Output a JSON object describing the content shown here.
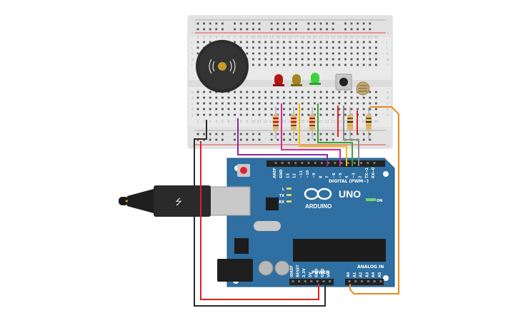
{
  "breadboard": {
    "rows": [
      "a",
      "b",
      "c",
      "d",
      "e",
      "f",
      "g",
      "h",
      "i",
      "j"
    ],
    "column_labels": [
      "1",
      "2",
      "3",
      "4",
      "5",
      "6",
      "7",
      "8",
      "9",
      "10",
      "11",
      "12",
      "13",
      "14",
      "15",
      "16",
      "17",
      "18",
      "19",
      "20",
      "21",
      "22",
      "23",
      "24",
      "25",
      "26",
      "27",
      "28",
      "29",
      "30"
    ],
    "rail_plus": "+",
    "rail_minus": "-"
  },
  "components": {
    "buzzer": "piezo-buzzer",
    "leds": [
      {
        "name": "red-led",
        "color": "#b31515"
      },
      {
        "name": "yellow-led",
        "color": "#a2861e"
      },
      {
        "name": "green-led",
        "color": "#3dd13d"
      }
    ],
    "pushbutton": "pushbutton",
    "photoresistor": "photoresistor",
    "usb_symbol": "⭍"
  },
  "arduino": {
    "brand": "ARDUINO",
    "model": "UNO",
    "digital_label": "DIGITAL (PWM~)",
    "power_label": "POWER",
    "analog_label": "ANALOG IN",
    "on_label": "ON",
    "indicator_labels": [
      "L",
      "TX",
      "RX"
    ],
    "digital_pins": [
      "AREF",
      "GND",
      "13",
      "12",
      "~11",
      "~10",
      "~9",
      "8",
      "7",
      "~6",
      "~5",
      "4",
      "~3",
      "2",
      "TX→1",
      "RX←0"
    ],
    "power_pins": [
      "IOREF",
      "RESET",
      "3.3V",
      "5V",
      "GND",
      "GND",
      "Vin"
    ],
    "analog_pins": [
      "A0",
      "A1",
      "A2",
      "A3",
      "A4",
      "A5"
    ],
    "board_color": "#2f6fa1"
  },
  "wires": {
    "colors": {
      "black": "#2a2a2a",
      "red": "#e02020",
      "purple": "#8a2a9e",
      "magenta": "#d62c9c",
      "yellow": "#f0c000",
      "green": "#3aa534",
      "gray": "#8c8c8c",
      "orange": "#e8891c"
    }
  }
}
